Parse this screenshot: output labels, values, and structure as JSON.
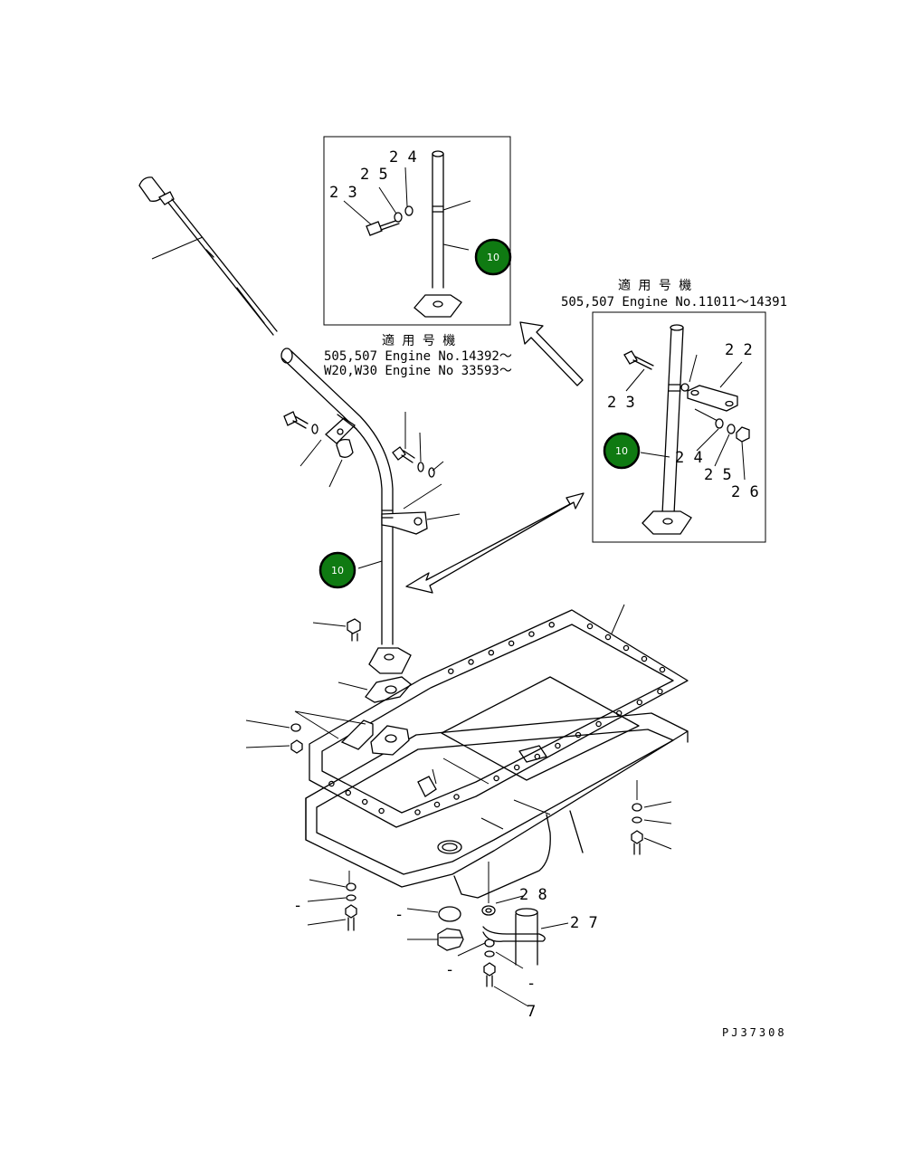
{
  "drawing": {
    "code": "PJ37308"
  },
  "badges": {
    "inset_top": "10",
    "inset_right": "10",
    "main": "10"
  },
  "inset_top": {
    "note_line1": "適 用 号 機",
    "note_line2": "505,507 Engine No.14392～",
    "note_line3": "W20,W30 Engine No 33593～",
    "labels": {
      "p23": "2 3",
      "p24": "2 4",
      "p25": "2 5"
    }
  },
  "inset_right": {
    "note_line1": "適 用 号 機",
    "note_line2": "505,507 Engine No.11011～14391",
    "labels": {
      "p22": "2 2",
      "p23": "2 3",
      "p24": "2 4",
      "p25": "2 5",
      "p26": "2 6"
    }
  },
  "main_labels": {
    "p27": "2 7",
    "p28": "2 8",
    "p7": "7",
    "dash": "-"
  },
  "colors": {
    "badge_fill": "#0f7a12",
    "badge_ring": "#000000",
    "line": "#000000",
    "background": "#ffffff"
  }
}
